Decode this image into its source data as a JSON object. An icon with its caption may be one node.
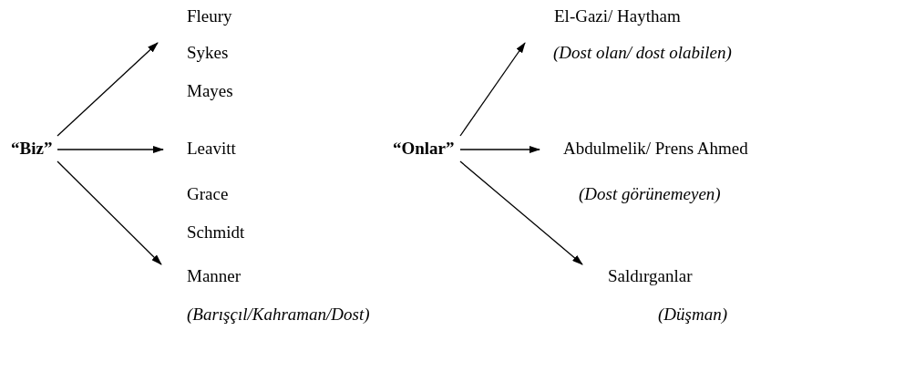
{
  "diagram": {
    "nodes": [
      {
        "text": [
          "“Biz”"
        ]
      },
      {
        "text": [
          "Fleury"
        ]
      },
      {
        "text": [
          "Leavitt"
        ]
      },
      {
        "text": [
          "Manner"
        ]
      },
      {
        "text": [
          "“Onlar”"
        ]
      },
      {
        "text": [
          "El-Gazi/ Haytham"
        ]
      },
      {
        "text": [
          "Abdulmelik/ Prens Ahmed"
        ]
      },
      {
        "text": [
          "Saldırganlar"
        ]
      }
    ],
    "edges": [
      {
        "from": 0,
        "to": 1,
        "arrow": "to"
      },
      {
        "from": 0,
        "to": 2,
        "arrow": "to"
      },
      {
        "from": 0,
        "to": 3,
        "arrow": "to"
      },
      {
        "from": 4,
        "to": 5,
        "arrow": "to"
      },
      {
        "from": 4,
        "to": 6,
        "arrow": "to"
      },
      {
        "from": 4,
        "to": 7,
        "arrow": "to"
      }
    ],
    "labels": [
      "Sykes",
      "(Dost olan/ dost olabilen)",
      "Mayes",
      "Grace",
      "(Dost görünemeyen)",
      "Schmidt",
      "(Barışçıl/Kahraman/Dost)",
      "(Düşman)"
    ]
  }
}
